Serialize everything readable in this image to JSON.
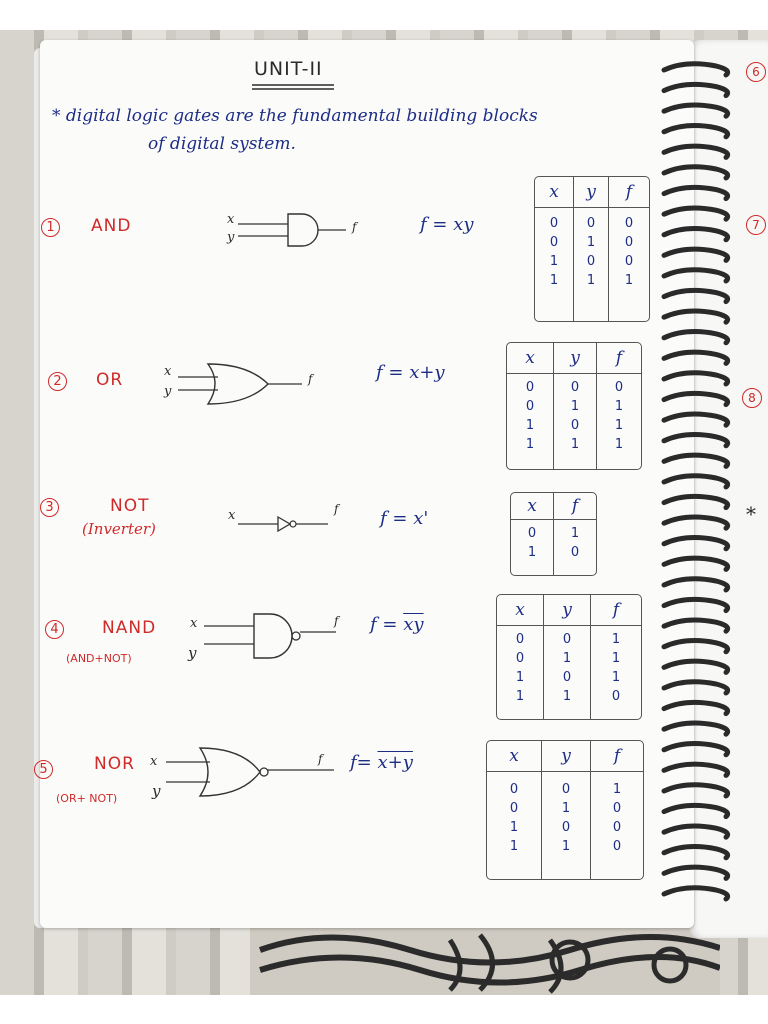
{
  "colors": {
    "blue_ink": "#1d2d86",
    "red_ink": "#cf2a2a",
    "coil": "#2a2a2a"
  },
  "page": {
    "title": "UNIT-II",
    "intro_line1": "* digital logic gates are the fundamental building blocks",
    "intro_line2": "of digital system."
  },
  "margin_numbers": [
    "6",
    "7",
    "8",
    "*"
  ],
  "gates": [
    {
      "index": "1",
      "name": "AND",
      "subtitle": "",
      "inputs": [
        "x",
        "y"
      ],
      "output": "f",
      "equation_lhs": "f =",
      "equation_rhs": "xy",
      "complemented": false,
      "table": {
        "headers": [
          "x",
          "y",
          "f"
        ],
        "columns": [
          [
            "0",
            "0",
            "1",
            "1"
          ],
          [
            "0",
            "1",
            "0",
            "1"
          ],
          [
            "0",
            "0",
            "0",
            "1"
          ]
        ]
      }
    },
    {
      "index": "2",
      "name": "OR",
      "subtitle": "",
      "inputs": [
        "x",
        "y"
      ],
      "output": "f",
      "equation_lhs": "f =",
      "equation_rhs": "x+y",
      "complemented": false,
      "table": {
        "headers": [
          "x",
          "y",
          "f"
        ],
        "columns": [
          [
            "0",
            "0",
            "1",
            "1"
          ],
          [
            "0",
            "1",
            "0",
            "1"
          ],
          [
            "0",
            "1",
            "1",
            "1"
          ]
        ]
      }
    },
    {
      "index": "3",
      "name": "NOT",
      "subtitle": "(Inverter)",
      "inputs": [
        "x"
      ],
      "output": "f",
      "equation_lhs": "f =",
      "equation_rhs": "x'",
      "complemented": false,
      "table": {
        "headers": [
          "x",
          "f"
        ],
        "columns": [
          [
            "0",
            "1"
          ],
          [
            "1",
            "0"
          ]
        ]
      }
    },
    {
      "index": "4",
      "name": "NAND",
      "subtitle": "(AND+NOT)",
      "inputs": [
        "x",
        "y"
      ],
      "output": "f",
      "equation_lhs": "f =",
      "equation_rhs": "xy",
      "complemented": true,
      "table": {
        "headers": [
          "x",
          "y",
          "f"
        ],
        "columns": [
          [
            "0",
            "0",
            "1",
            "1"
          ],
          [
            "0",
            "1",
            "0",
            "1"
          ],
          [
            "1",
            "1",
            "1",
            "0"
          ]
        ]
      }
    },
    {
      "index": "5",
      "name": "NOR",
      "subtitle": "(OR+ NOT)",
      "inputs": [
        "x",
        "y"
      ],
      "output": "f",
      "equation_lhs": "f=",
      "equation_rhs": "x+y",
      "complemented": true,
      "table": {
        "headers": [
          "x",
          "y",
          "f"
        ],
        "columns": [
          [
            "0",
            "0",
            "1",
            "1"
          ],
          [
            "0",
            "1",
            "0",
            "1"
          ],
          [
            "1",
            "0",
            "0",
            "0"
          ]
        ]
      }
    }
  ]
}
